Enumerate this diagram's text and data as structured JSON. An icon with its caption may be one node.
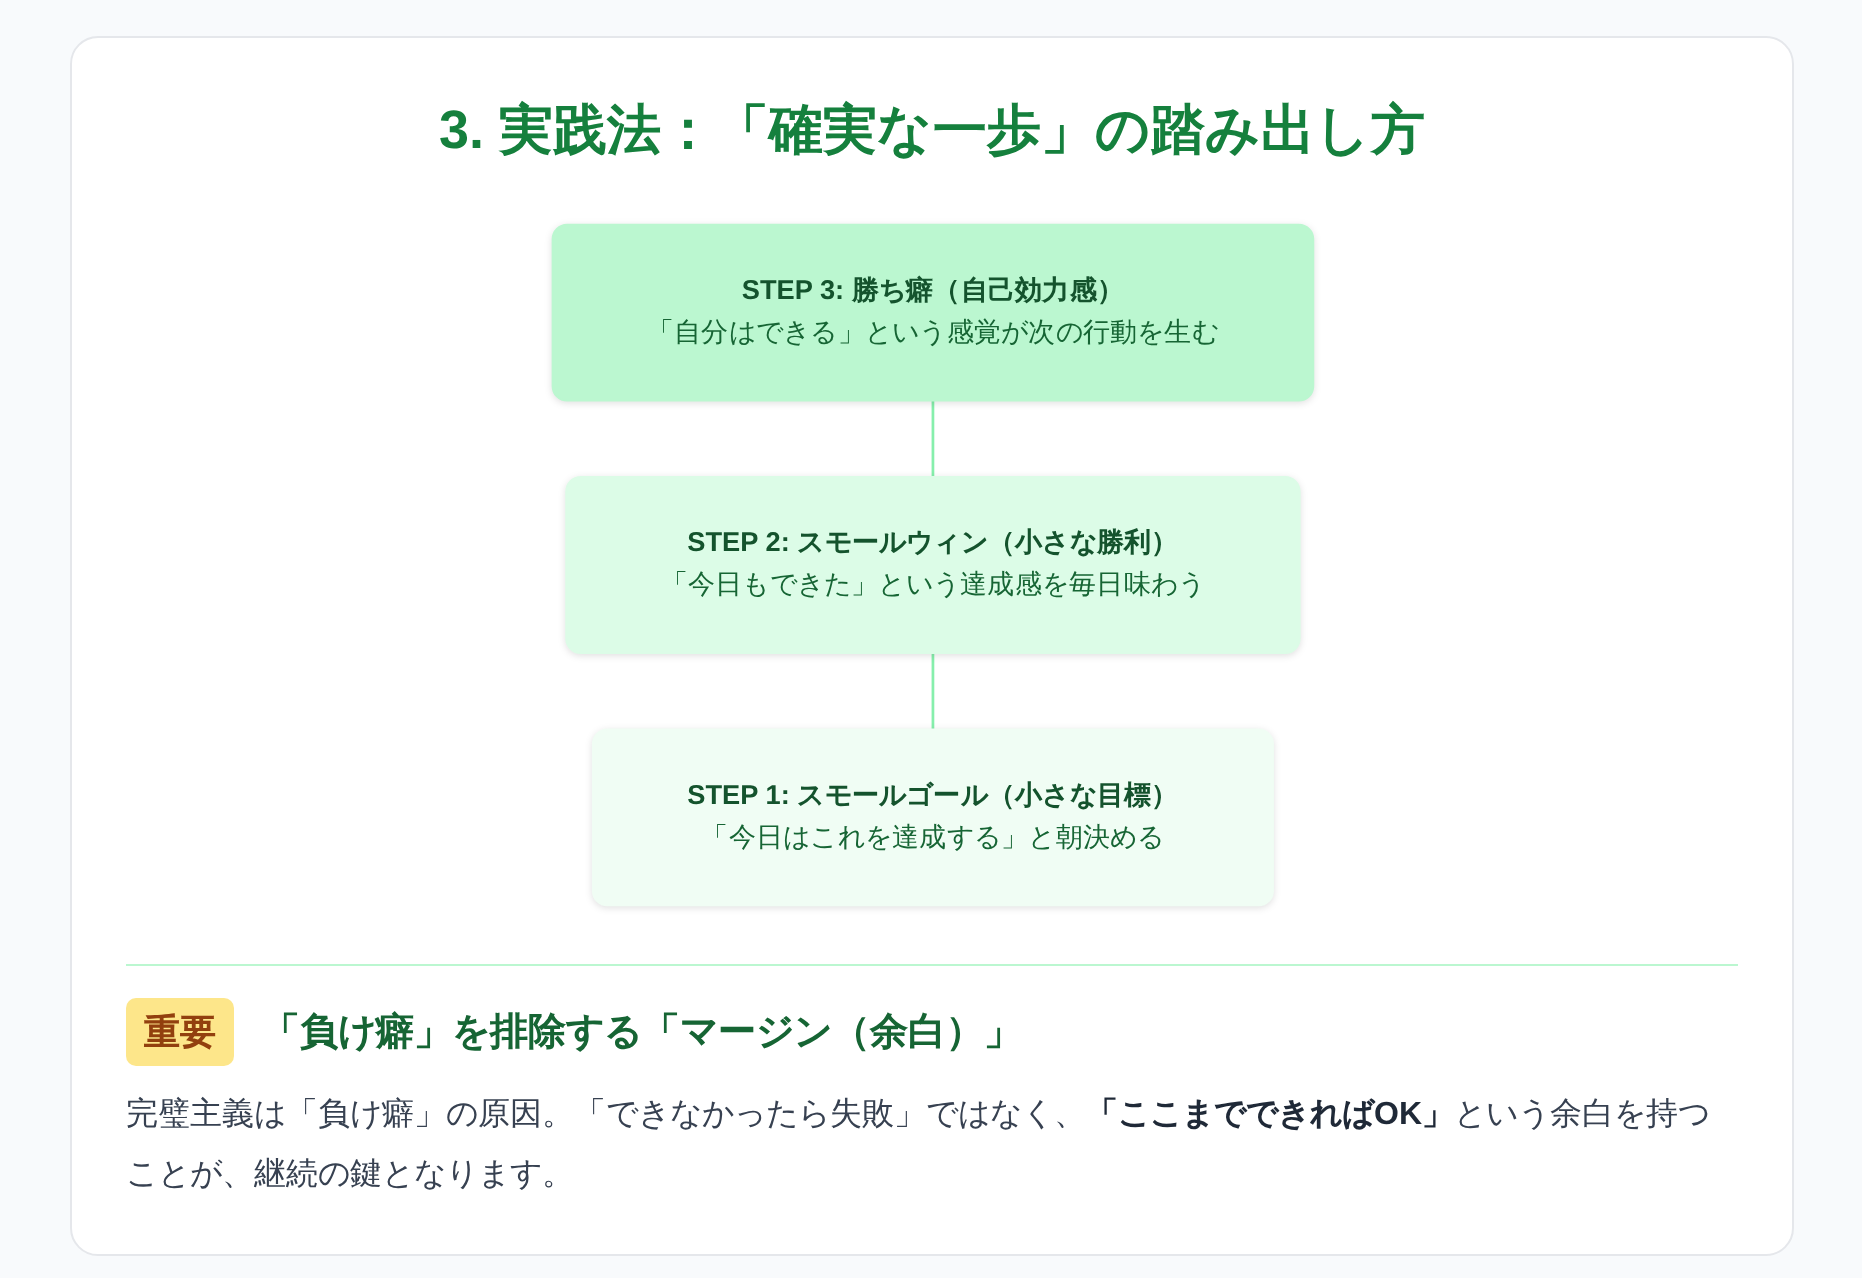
{
  "diagram": {
    "title": "3. 実践法：「確実な一歩」の踏み出し方",
    "nodes": [
      {
        "text": [
          "STEP 3: 勝ち癖（自己効力感）",
          "「自分はできる」という感覚が次の行動を生む"
        ]
      },
      {
        "text": [
          "STEP 2: スモールウィン（小さな勝利）",
          "「今日もできた」という達成感を毎日味わう"
        ]
      },
      {
        "text": [
          "STEP 1: スモールゴール（小さな目標）",
          "「今日はこれを達成する」と朝決める"
        ]
      }
    ],
    "edges": [
      {
        "from": 0,
        "to": 1,
        "arrow": "none"
      },
      {
        "from": 1,
        "to": 2,
        "arrow": "none"
      }
    ],
    "labels": [
      "重要",
      "「負け癖」を排除する「マージン（余白）」",
      "完璧主義は「負け癖」の原因。「できなかったら失敗」ではなく、**「ここまでできればOK」**という余白を持つことが、継続の鍵となります。"
    ]
  }
}
